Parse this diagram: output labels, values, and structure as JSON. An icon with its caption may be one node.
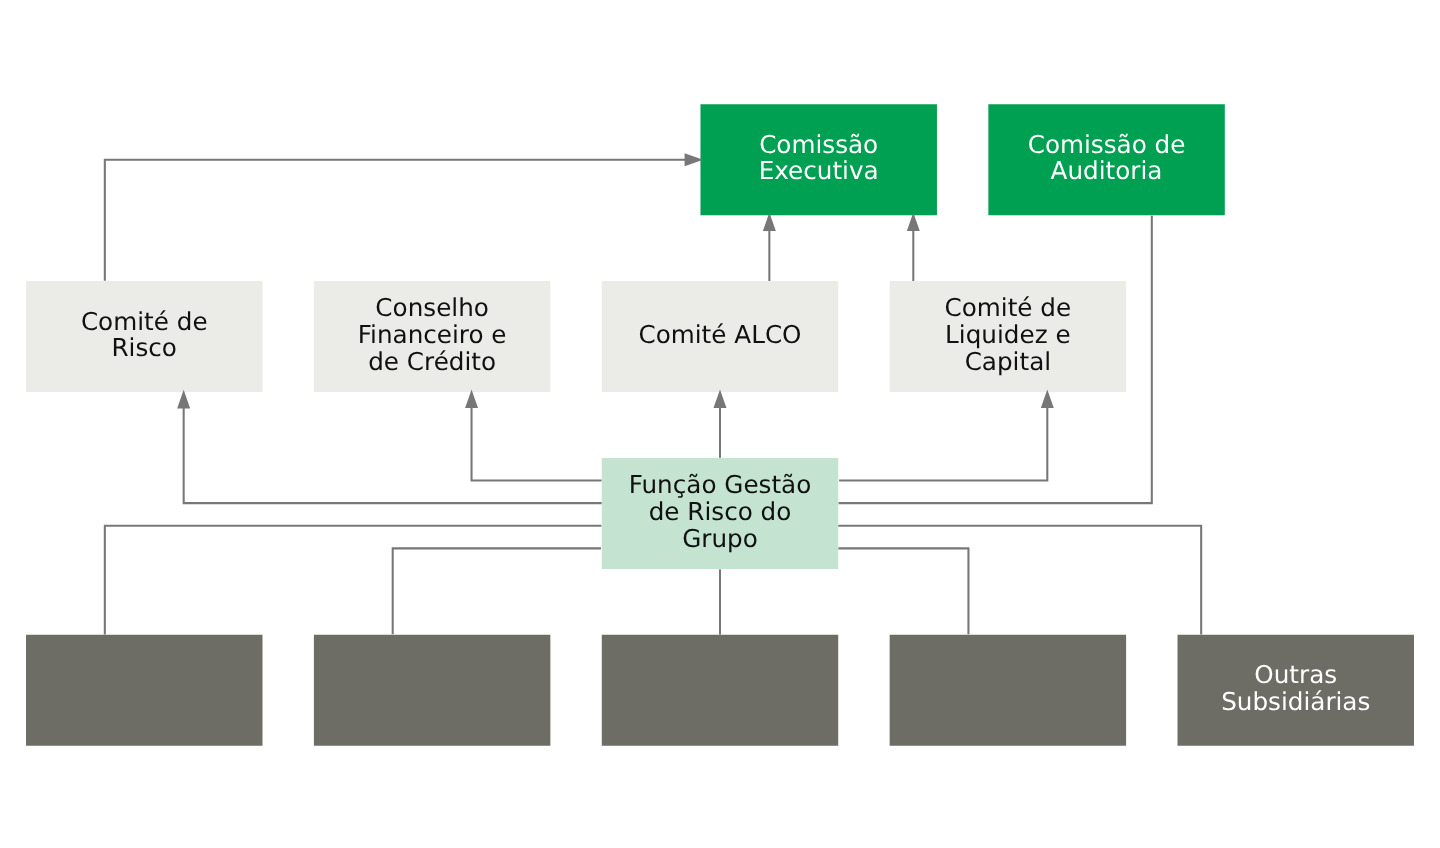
{
  "diagram": {
    "nodes": [
      {
        "text": [
          "Comissão Executiva"
        ]
      },
      {
        "text": [
          "Comissão de Auditoria"
        ]
      },
      {
        "text": [
          "Conselho Financeiro e de Crédito"
        ]
      },
      {
        "text": [
          "Comité de Risco"
        ]
      },
      {
        "text": [
          "Comité ALCO"
        ]
      },
      {
        "text": [
          "Comité de Liquidez e Capital"
        ]
      },
      {
        "text": [
          "Função Gestão de Risco do Grupo"
        ]
      },
      {
        "text": [],
        "shape": "box"
      },
      {
        "text": [],
        "shape": "box"
      },
      {
        "text": [],
        "shape": "box"
      },
      {
        "text": [],
        "shape": "box"
      },
      {
        "text": [
          "Outras Subsidiárias"
        ]
      }
    ],
    "edges": [
      {
        "from": 3,
        "to": 0,
        "arrow": "to"
      },
      {
        "from": 4,
        "to": 0,
        "arrow": "to"
      },
      {
        "from": 5,
        "to": 0,
        "arrow": "to"
      },
      {
        "from": 6,
        "to": 2,
        "arrow": "to"
      },
      {
        "from": 6,
        "to": 3,
        "arrow": "to"
      },
      {
        "from": 6,
        "to": 4,
        "arrow": "to"
      },
      {
        "from": 6,
        "to": 5,
        "arrow": "to"
      },
      {
        "from": 1,
        "to": 6,
        "arrow": "none"
      },
      {
        "from": 6,
        "to": 7,
        "arrow": "none"
      },
      {
        "from": 6,
        "to": 8,
        "arrow": "none"
      },
      {
        "from": 6,
        "to": 9,
        "arrow": "none"
      },
      {
        "from": 6,
        "to": 10,
        "arrow": "none"
      },
      {
        "from": 6,
        "to": 11,
        "arrow": "none"
      }
    ]
  }
}
